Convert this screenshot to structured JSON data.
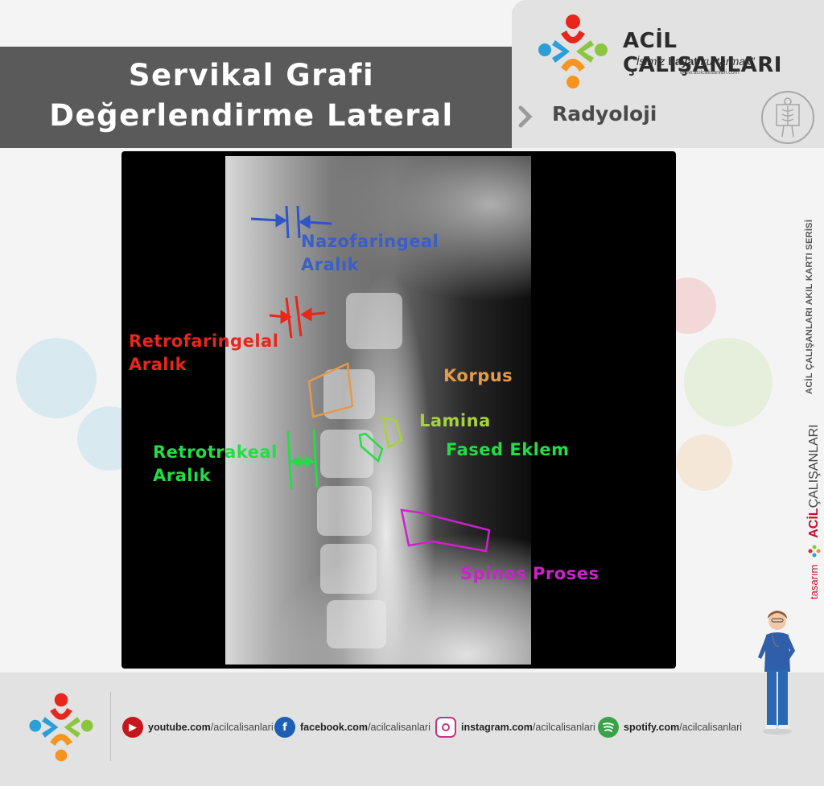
{
  "header": {
    "title_line1": "Servikal Grafi",
    "title_line2": "Değerlendirme Lateral",
    "category": "Radyoloji"
  },
  "brand": {
    "name": "ACİL ÇALIŞANLARI",
    "slogan_pre": "“İşimiz ",
    "slogan_bold": "hayat",
    "slogan_post": " kurtarmak”",
    "url": "www.acilcalisanlari.com"
  },
  "annotations": {
    "nazofaringeal": {
      "line1": "Nazofaringeal",
      "line2": "Aralık",
      "color": "#3a5fc8"
    },
    "retrofaringeal": {
      "line1": "Retrofaringelal",
      "line2": "Aralık",
      "color": "#e8261c"
    },
    "retrotrakeal": {
      "line1": "Retrotrakeal",
      "line2": "Aralık",
      "color": "#22dd44"
    },
    "korpus": {
      "label": "Korpus",
      "color": "#e39a4b"
    },
    "lamina": {
      "label": "Lamina",
      "color": "#a8d23a"
    },
    "fased": {
      "label": "Fased Eklem",
      "color": "#22dd44"
    },
    "spinos": {
      "label": "Spinos Proses",
      "color": "#cc22cc"
    }
  },
  "side": {
    "series": "ACİL ÇALIŞANLARI AKIL KARTI SERİSİ",
    "designed": "tasarım",
    "acil": "ACİL",
    "calisanlari": "ÇALIŞANLARI"
  },
  "footer": {
    "links": [
      {
        "icon": "youtube-icon",
        "site": "youtube.com",
        "path": "/acilcalisanlari",
        "color": "#c4161c"
      },
      {
        "icon": "facebook-icon",
        "site": "facebook.com",
        "path": "/acilcalisanlari",
        "color": "#1c5fb5"
      },
      {
        "icon": "instagram-icon",
        "site": "instagram.com",
        "path": "/acilcalisanlari",
        "color": "#c13584"
      },
      {
        "icon": "spotify-icon",
        "site": "spotify.com",
        "path": "/acilcalisanlari",
        "color": "#3aa34a"
      }
    ]
  },
  "colors": {
    "header_bg": "#5a5a5a",
    "brand_bg": "#e2e2e2",
    "logo_red": "#e8261c",
    "logo_blue": "#2a9fd8",
    "logo_green": "#8cc63f",
    "logo_orange": "#f7941d"
  }
}
